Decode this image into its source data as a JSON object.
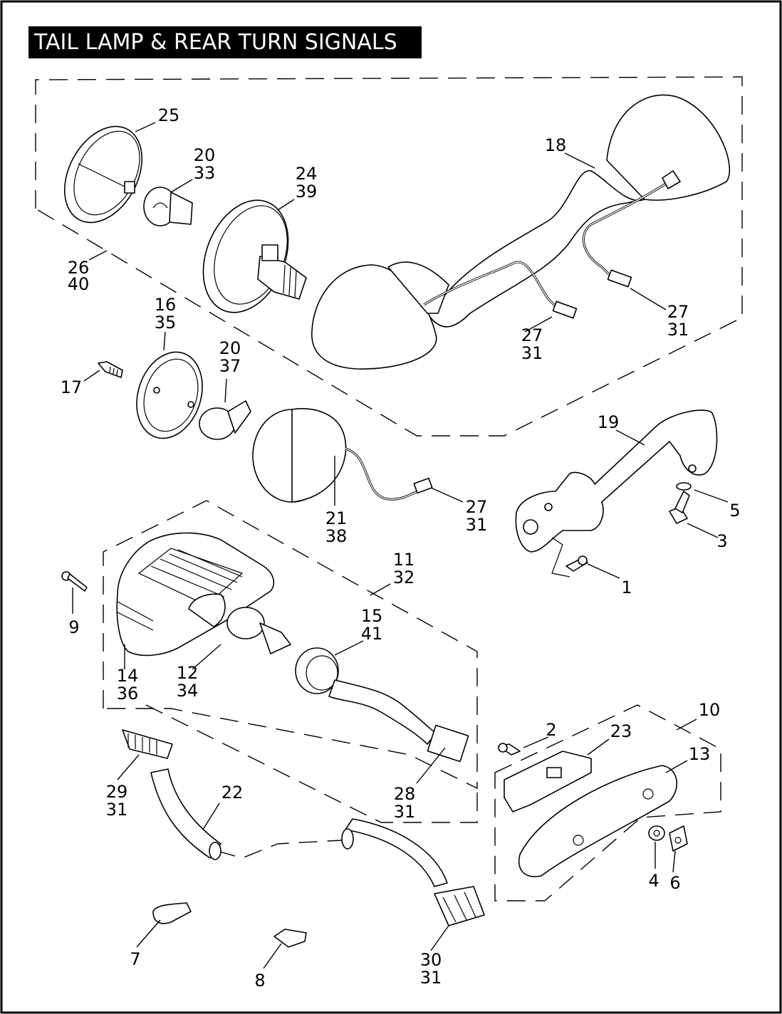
{
  "title": "TAIL LAMP & REAR TURN SIGNALS",
  "callouts": [
    {
      "id": "c1",
      "lines": [
        "1"
      ]
    },
    {
      "id": "c2",
      "lines": [
        "2"
      ]
    },
    {
      "id": "c3",
      "lines": [
        "3"
      ]
    },
    {
      "id": "c4",
      "lines": [
        "4"
      ]
    },
    {
      "id": "c5",
      "lines": [
        "5"
      ]
    },
    {
      "id": "c6",
      "lines": [
        "6"
      ]
    },
    {
      "id": "c7",
      "lines": [
        "7"
      ]
    },
    {
      "id": "c8",
      "lines": [
        "8"
      ]
    },
    {
      "id": "c9",
      "lines": [
        "9"
      ]
    },
    {
      "id": "c10",
      "lines": [
        "10"
      ]
    },
    {
      "id": "c11",
      "lines": [
        "11",
        "32"
      ]
    },
    {
      "id": "c12",
      "lines": [
        "12",
        "34"
      ]
    },
    {
      "id": "c13",
      "lines": [
        "13"
      ]
    },
    {
      "id": "c14",
      "lines": [
        "14",
        "36"
      ]
    },
    {
      "id": "c15",
      "lines": [
        "15",
        "41"
      ]
    },
    {
      "id": "c16",
      "lines": [
        "16",
        "35"
      ]
    },
    {
      "id": "c17",
      "lines": [
        "17"
      ]
    },
    {
      "id": "c18",
      "lines": [
        "18"
      ]
    },
    {
      "id": "c19",
      "lines": [
        "19"
      ]
    },
    {
      "id": "c20a",
      "lines": [
        "20",
        "33"
      ]
    },
    {
      "id": "c20b",
      "lines": [
        "20",
        "37"
      ]
    },
    {
      "id": "c21",
      "lines": [
        "21",
        "38"
      ]
    },
    {
      "id": "c22",
      "lines": [
        "22"
      ]
    },
    {
      "id": "c23",
      "lines": [
        "23"
      ]
    },
    {
      "id": "c24",
      "lines": [
        "24",
        "39"
      ]
    },
    {
      "id": "c25",
      "lines": [
        "25"
      ]
    },
    {
      "id": "c26",
      "lines": [
        "26",
        "40"
      ]
    },
    {
      "id": "c27a",
      "lines": [
        "27",
        "31"
      ]
    },
    {
      "id": "c27b",
      "lines": [
        "27",
        "31"
      ]
    },
    {
      "id": "c27c",
      "lines": [
        "27",
        "31"
      ]
    },
    {
      "id": "c28",
      "lines": [
        "28",
        "31"
      ]
    },
    {
      "id": "c29",
      "lines": [
        "29",
        "31"
      ]
    },
    {
      "id": "c30",
      "lines": [
        "30",
        "31"
      ]
    }
  ]
}
